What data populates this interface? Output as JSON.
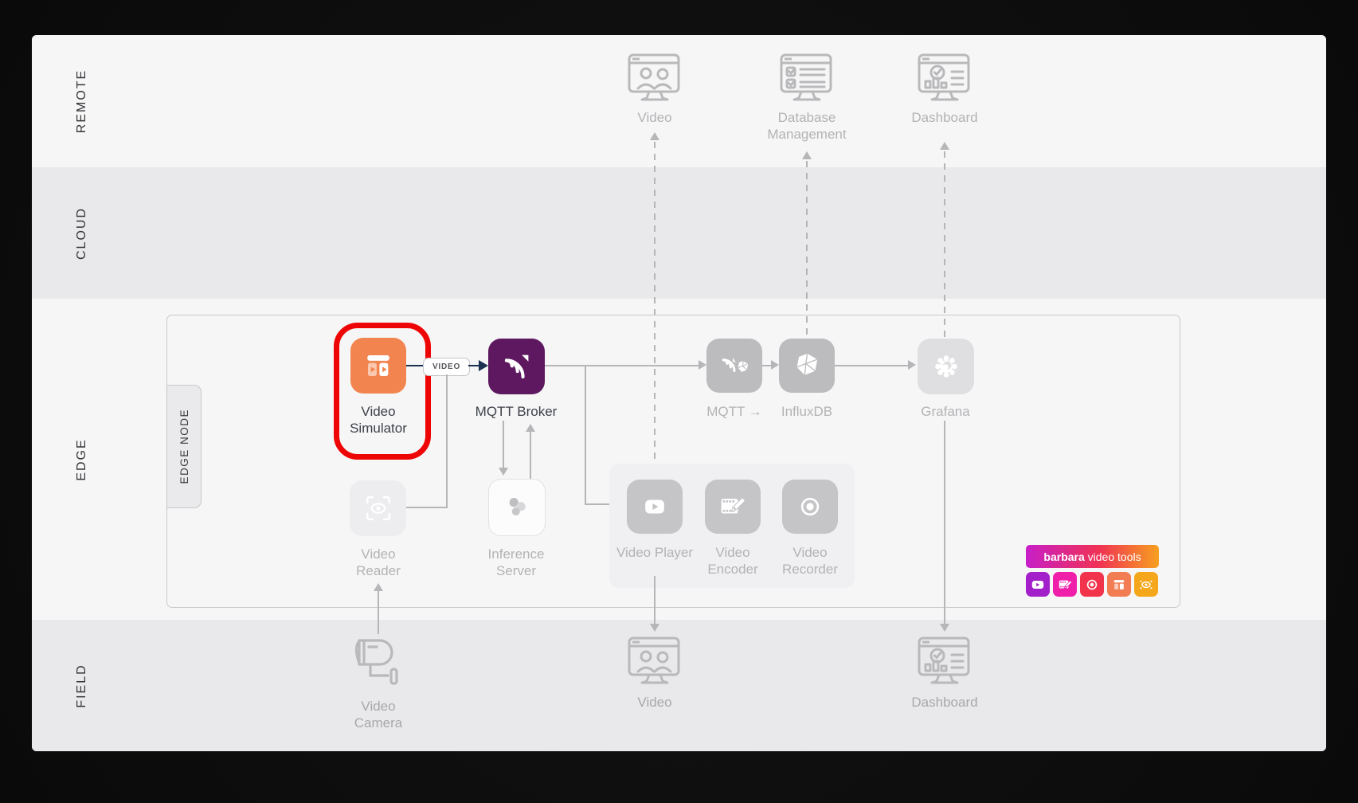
{
  "lanes": {
    "remote": "REMOTE",
    "cloud": "CLOUD",
    "edge": "EDGE",
    "field": "FIELD"
  },
  "edge_node": {
    "tab": "EDGE NODE"
  },
  "remote_row": {
    "video": "Video",
    "database": "Database Management",
    "dashboard": "Dashboard"
  },
  "edge_row": {
    "video_simulator": "Video Simulator",
    "video_stream_tag": "VIDEO",
    "mqtt_broker": "MQTT Broker",
    "mqtt_bridge": "MQTT →",
    "influxdb": "InfluxDB",
    "grafana": "Grafana",
    "video_reader": "Video Reader",
    "inference_server": "Inference Server",
    "video_player": "Video Player",
    "video_encoder": "Video Encoder",
    "video_recorder": "Video Recorder"
  },
  "field_row": {
    "camera": "Video Camera",
    "video": "Video",
    "dashboard": "Dashboard"
  },
  "logo": {
    "brand": "barbara",
    "product": "video tools"
  },
  "colors": {
    "highlight_red": "#ee0505",
    "simulator_orange": "#f2854f",
    "broker_purple": "#5d185f",
    "node_gray": "#bcbcbe",
    "grafana_gray": "#dfdfe1",
    "flow_navy": "#1b3350",
    "line_gray": "#b6b6b8",
    "lane_light": "#f6f6f7",
    "lane_dark": "#e9e9eb",
    "logo_gradient": [
      "#c81ec8",
      "#f03254",
      "#f7a01f"
    ],
    "logo_tiles": [
      "#a21fc9",
      "#f01fa9",
      "#f1344c",
      "#f27d53",
      "#f5a71b"
    ]
  }
}
